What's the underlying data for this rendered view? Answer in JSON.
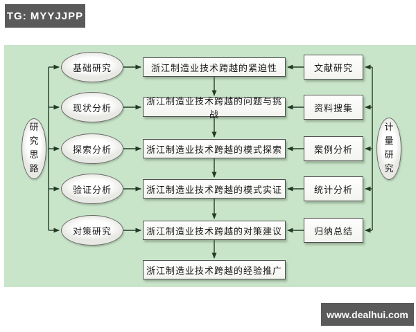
{
  "badges": {
    "top_left": "TG: MYYJJPP",
    "bottom_right": "www.dealhui.com"
  },
  "flow": {
    "spine_left": "研究思路",
    "spine_right": "计量研究",
    "rows": [
      {
        "left": "基础研究",
        "center": "浙江制造业技术跨越的紧迫性",
        "right": "文献研究"
      },
      {
        "left": "现状分析",
        "center": "浙江制造业技术跨越的问题与挑战",
        "right": "资料搜集"
      },
      {
        "left": "探索分析",
        "center": "浙江制造业技术跨越的模式探索",
        "right": "案例分析"
      },
      {
        "left": "验证分析",
        "center": "浙江制造业技术跨越的模式实证",
        "right": "统计分析"
      },
      {
        "left": "对策研究",
        "center": "浙江制造业技术跨越的对策建议",
        "right": "归纳总结"
      }
    ],
    "final_box": "浙江制造业技术跨越的经验推广"
  },
  "colors": {
    "panel_bg": "#c9e5c9",
    "badge_bg": "#5a5a5a",
    "line": "#223a26",
    "box_border": "#4f4f4f"
  }
}
